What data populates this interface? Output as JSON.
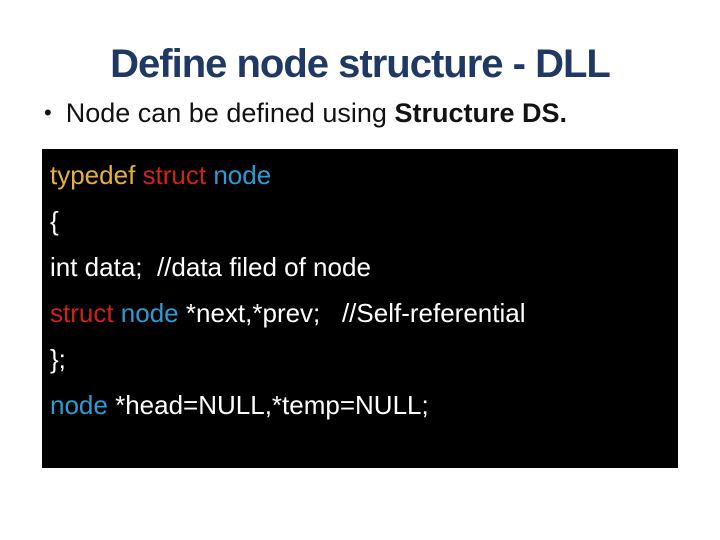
{
  "slide": {
    "title": "Define node structure - DLL",
    "bullet": {
      "marker": "•",
      "text": "Node can be defined using ",
      "bold_text": "Structure DS."
    }
  },
  "code": {
    "lines": [
      {
        "tokens": [
          {
            "text": "typedef ",
            "style": "kw"
          },
          {
            "text": "struct ",
            "style": "kw2"
          },
          {
            "text": "node",
            "style": "type"
          }
        ]
      },
      {
        "tokens": [
          {
            "text": "{",
            "style": "plain"
          }
        ]
      },
      {
        "tokens": [
          {
            "text": "int data;  //data filed of node",
            "style": "plain"
          }
        ]
      },
      {
        "tokens": [
          {
            "text": "struct ",
            "style": "kw2"
          },
          {
            "text": "node ",
            "style": "type"
          },
          {
            "text": "*next,*prev;   //Self-referential",
            "style": "plain"
          }
        ]
      },
      {
        "tokens": [
          {
            "text": "};",
            "style": "plain"
          }
        ]
      },
      {
        "tokens": [
          {
            "text": "node ",
            "style": "type"
          },
          {
            "text": "*head=NULL,*temp=NULL;",
            "style": "plain"
          }
        ]
      }
    ]
  },
  "palette": {
    "slide-bg": "#ffffff",
    "title-color": "#1F3864",
    "body-text": "#121212",
    "code-bg": "#000000",
    "code-plain": "#ffffff",
    "code-yellow": "#E6AF3E",
    "code-red": "#CE231C",
    "code-blue": "#2E9BD5"
  }
}
